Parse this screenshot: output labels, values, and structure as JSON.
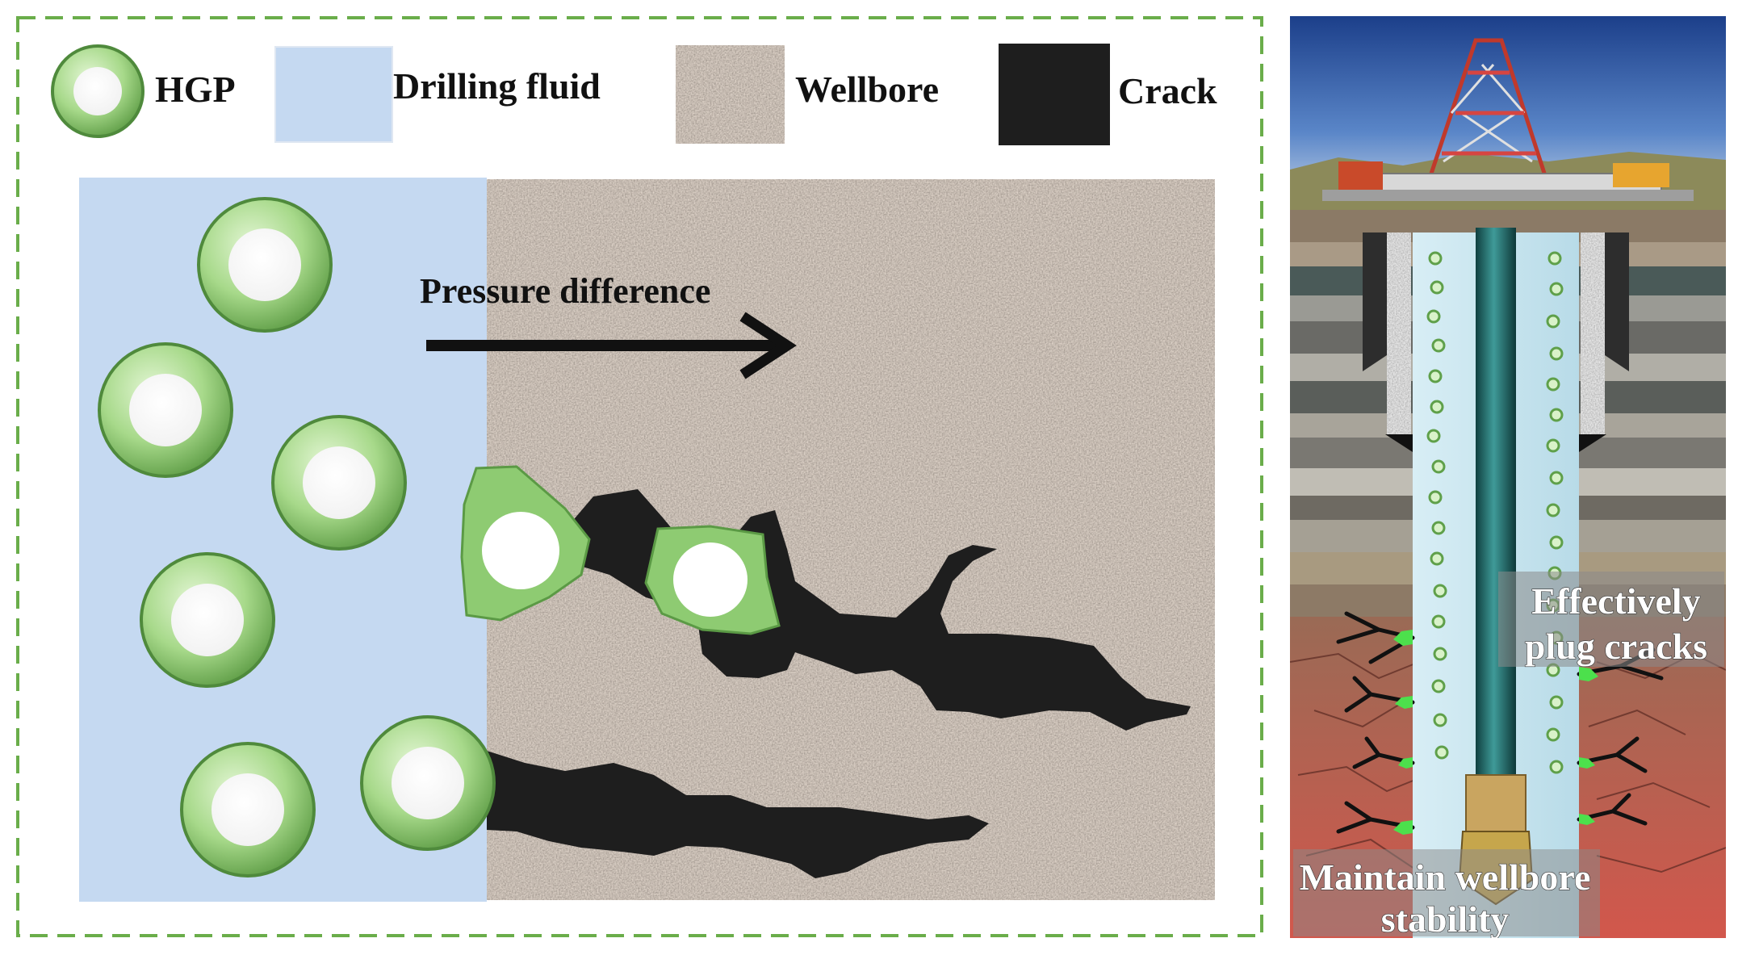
{
  "legend": {
    "hgp": "HGP",
    "drilling_fluid": "Drilling fluid",
    "wellbore": "Wellbore",
    "crack": "Crack"
  },
  "schematic": {
    "pressure_label": "Pressure difference"
  },
  "well_panel": {
    "callout_plug_line1": "Effectively",
    "callout_plug_line2": "plug cracks",
    "callout_stability_line1": "Maintain wellbore",
    "callout_stability_line2": "stability"
  },
  "colors": {
    "dashed_border": "#6aad4a",
    "drilling_fluid": "#c5d9f1",
    "crack": "#1e1e1e",
    "hgp_ring": "#8ecb72",
    "plugging_green": "#4ce04c"
  }
}
